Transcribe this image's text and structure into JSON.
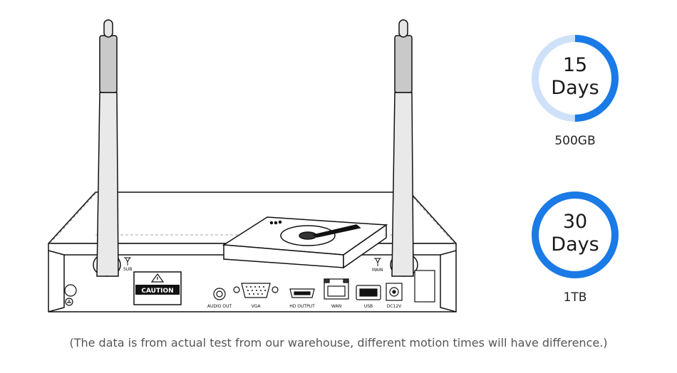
{
  "ports": {
    "sub": "SUB",
    "main": "MAIN",
    "caution": "CAUTION",
    "audio_out": "AUDIO OUT",
    "vga": "VGA",
    "hd_output": "HD OUTPUT",
    "wan": "WAN",
    "usb": "USB",
    "dc12v": "DC12V"
  },
  "storage": [
    {
      "days": "15",
      "unit": "Days",
      "capacity": "500GB",
      "fraction": 0.5
    },
    {
      "days": "30",
      "unit": "Days",
      "capacity": "1TB",
      "fraction": 1.0
    }
  ],
  "colors": {
    "ring_fill": "#1a7ae6",
    "ring_track": "#cfe1f8"
  },
  "footnote": "(The data is from actual test from our warehouse, different motion times will have difference.)"
}
